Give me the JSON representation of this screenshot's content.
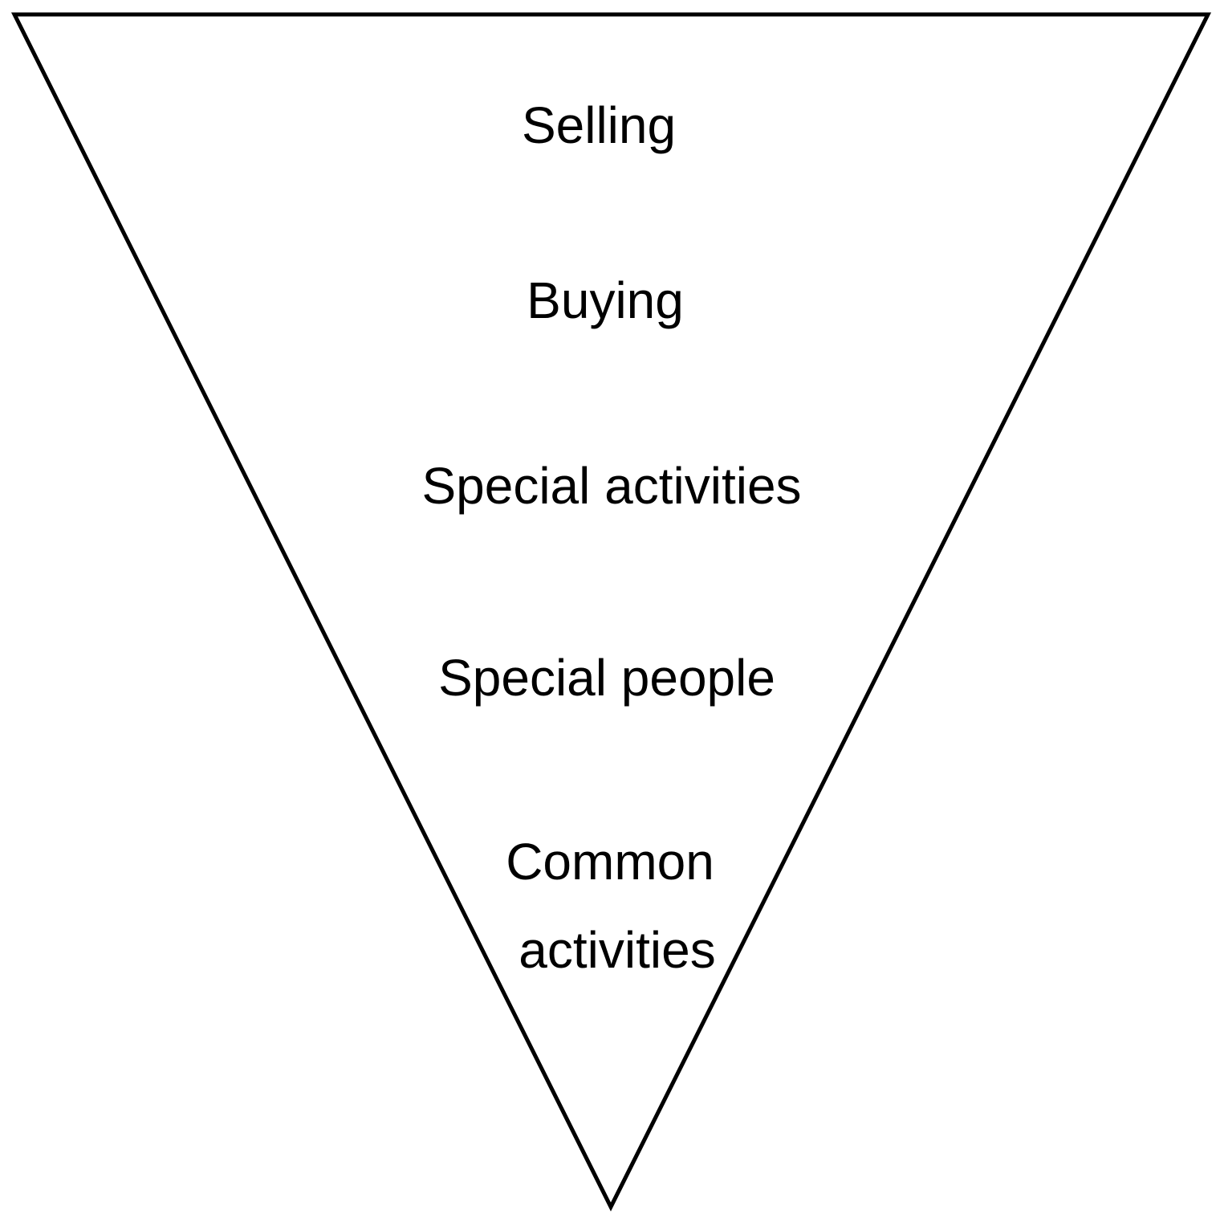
{
  "diagram": {
    "type": "inverted-pyramid",
    "layers": [
      {
        "label_lines": [
          "Selling"
        ]
      },
      {
        "label_lines": [
          "Buying"
        ]
      },
      {
        "label_lines": [
          "Special activities"
        ]
      },
      {
        "label_lines": [
          "Special people"
        ]
      },
      {
        "label_lines": [
          "Common",
          "activities"
        ]
      }
    ],
    "colors": {
      "outline": "#000000",
      "fill": "#ffffff",
      "text": "#000000"
    }
  }
}
